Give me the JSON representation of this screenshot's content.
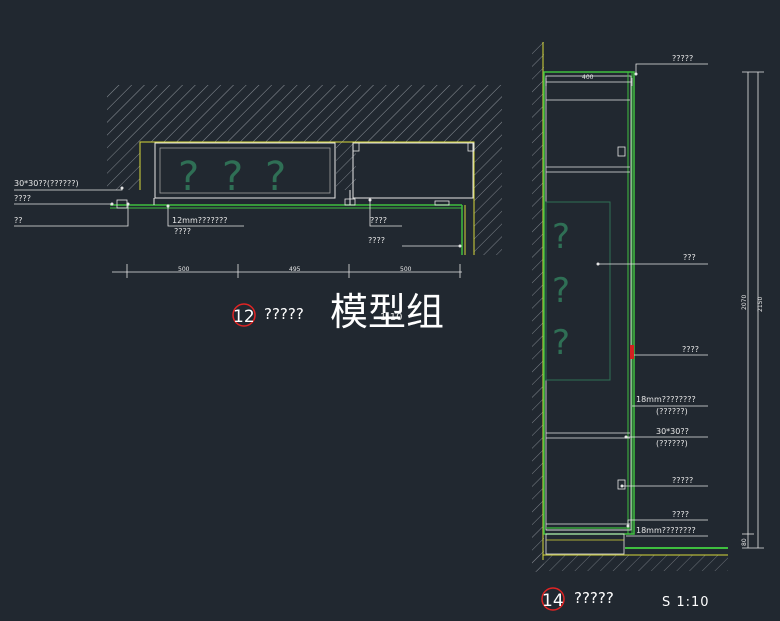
{
  "colors": {
    "background": "#212830",
    "line_white": "#e6e6e6",
    "line_green": "#3fbf3f",
    "line_yellow": "#d8d83a",
    "marker_red": "#d42020",
    "hatch": "#8a8f96"
  },
  "detail12": {
    "callouts": {
      "c1": "30*30??(??????)",
      "c2": "????",
      "c3": "??",
      "c4": "12mm???????",
      "c5": "????",
      "c6": "????",
      "c7": "????"
    },
    "glass_marks": [
      "?",
      "?",
      "?"
    ],
    "dims": [
      "500",
      "495",
      "500"
    ],
    "number": "12",
    "title": "?????",
    "scale_fragment": "1:10"
  },
  "watermark": "模型组",
  "detail14": {
    "callouts": {
      "r1": "?????",
      "r2": "???",
      "r3": "????",
      "r4a": "18mm????????",
      "r4b": "(??????)",
      "r5a": "30*30??",
      "r5b": "(??????)",
      "r6": "?????",
      "r7": "????",
      "r8": "18mm????????"
    },
    "dims": {
      "top_width": "400",
      "inner_height": "2070",
      "total_height": "2150",
      "base_height": "80"
    },
    "glass_marks": [
      "?",
      "?",
      "?"
    ],
    "number": "14",
    "title": "?????",
    "scale": "S 1:10"
  }
}
